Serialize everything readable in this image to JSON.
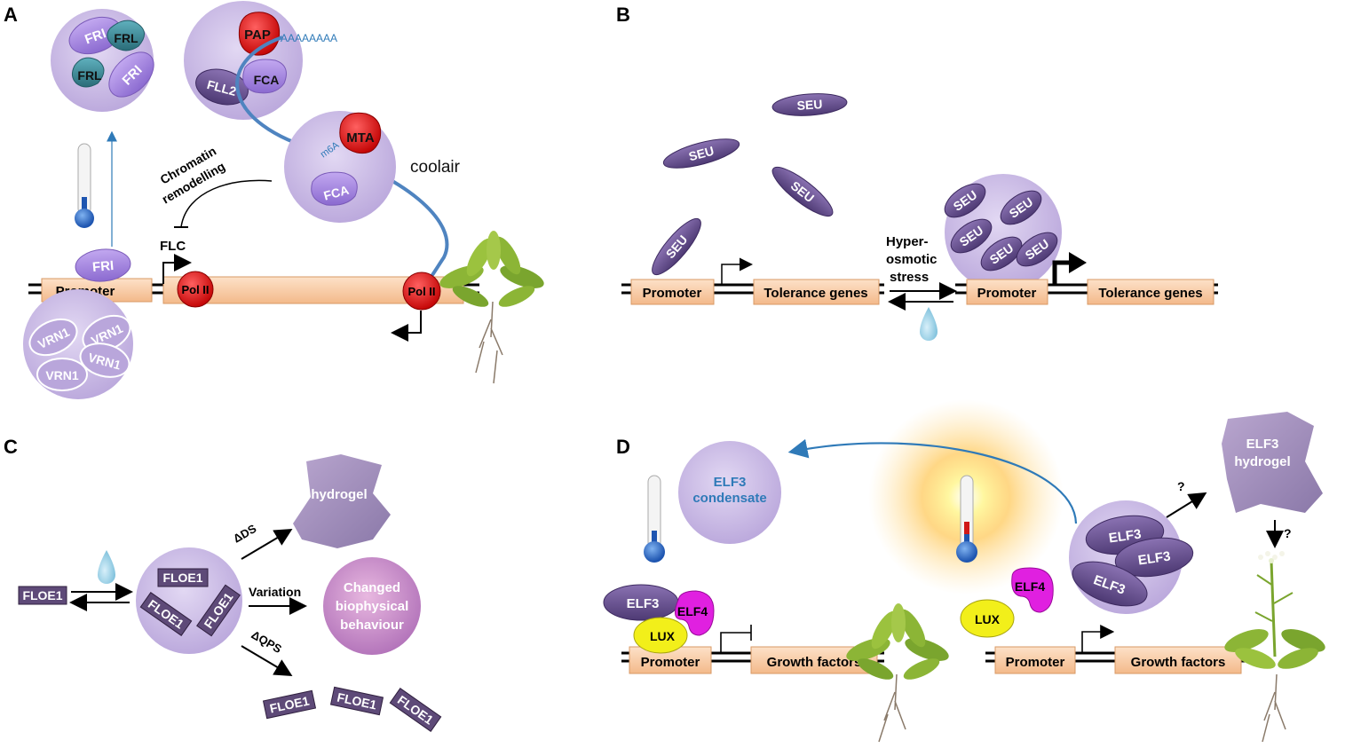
{
  "panels": {
    "a": {
      "letter": "A",
      "fri_1": "FRI",
      "frl_1": "FRL",
      "frl_2": "FRL",
      "fri_2": "FRI",
      "pap": "PAP",
      "polya": "AAAAAAAA",
      "fll2": "FLL2",
      "fca_1": "FCA",
      "m6a": "m6A",
      "mta": "MTA",
      "fca_2": "FCA",
      "coolair": "coolair",
      "chromatin": "Chromatin",
      "remodelling": "remodelling",
      "flc": "FLC",
      "fri_promoter": "FRI",
      "promoter": "Promoter",
      "polii_1": "Pol II",
      "polii_2": "Pol II",
      "vrn1": [
        "VRN1",
        "VRN1",
        "VRN1",
        "VRN1"
      ]
    },
    "b": {
      "letter": "B",
      "seu_free": [
        "SEU",
        "SEU",
        "SEU",
        "SEU"
      ],
      "seu_cluster": [
        "SEU",
        "SEU",
        "SEU",
        "SEU",
        "SEU"
      ],
      "promoter_left": "Promoter",
      "genes_left": "Tolerance genes",
      "stress_1": "Hyper-",
      "stress_2": "osmotic",
      "stress_3": "stress",
      "promoter_right": "Promoter",
      "genes_right": "Tolerance genes"
    },
    "c": {
      "letter": "C",
      "floe1_left": "FLOE1",
      "floe1_cluster": [
        "FLOE1",
        "FLOE1",
        "FLOE1"
      ],
      "hydrogel": "hydrogel",
      "delta_ds": "ΔDS",
      "variation": "Variation",
      "delta_qps": "ΔQPS",
      "changed_1": "Changed",
      "changed_2": "biophysical",
      "changed_3": "behaviour",
      "floe1_bottom": [
        "FLOE1",
        "FLOE1",
        "FLOE1"
      ]
    },
    "d": {
      "letter": "D",
      "condensate_1": "ELF3",
      "condensate_2": "condensate",
      "hydrogel_1": "ELF3",
      "hydrogel_2": "hydrogel",
      "question_1": "?",
      "question_2": "?",
      "elf3_cluster": [
        "ELF3",
        "ELF3",
        "ELF3"
      ],
      "elf3_left": "ELF3",
      "elf4_left": "ELF4",
      "lux_left": "LUX",
      "elf4_right": "ELF4",
      "lux_right": "LUX",
      "promoter_left": "Promoter",
      "genes_left": "Growth factors",
      "promoter_right": "Promoter",
      "genes_right": "Growth factors"
    }
  },
  "colors": {
    "condensate": "#c8b6e6",
    "protein_dark": "#6a5294",
    "protein_light": "#a98be0",
    "pol_red": "#e01818",
    "teal": "#3b8c9a",
    "promoter_fill": "#f8c9a0",
    "rna_blue": "#3d7ab8",
    "magenta": "#e020e0",
    "yellow": "#f2ef1a"
  }
}
